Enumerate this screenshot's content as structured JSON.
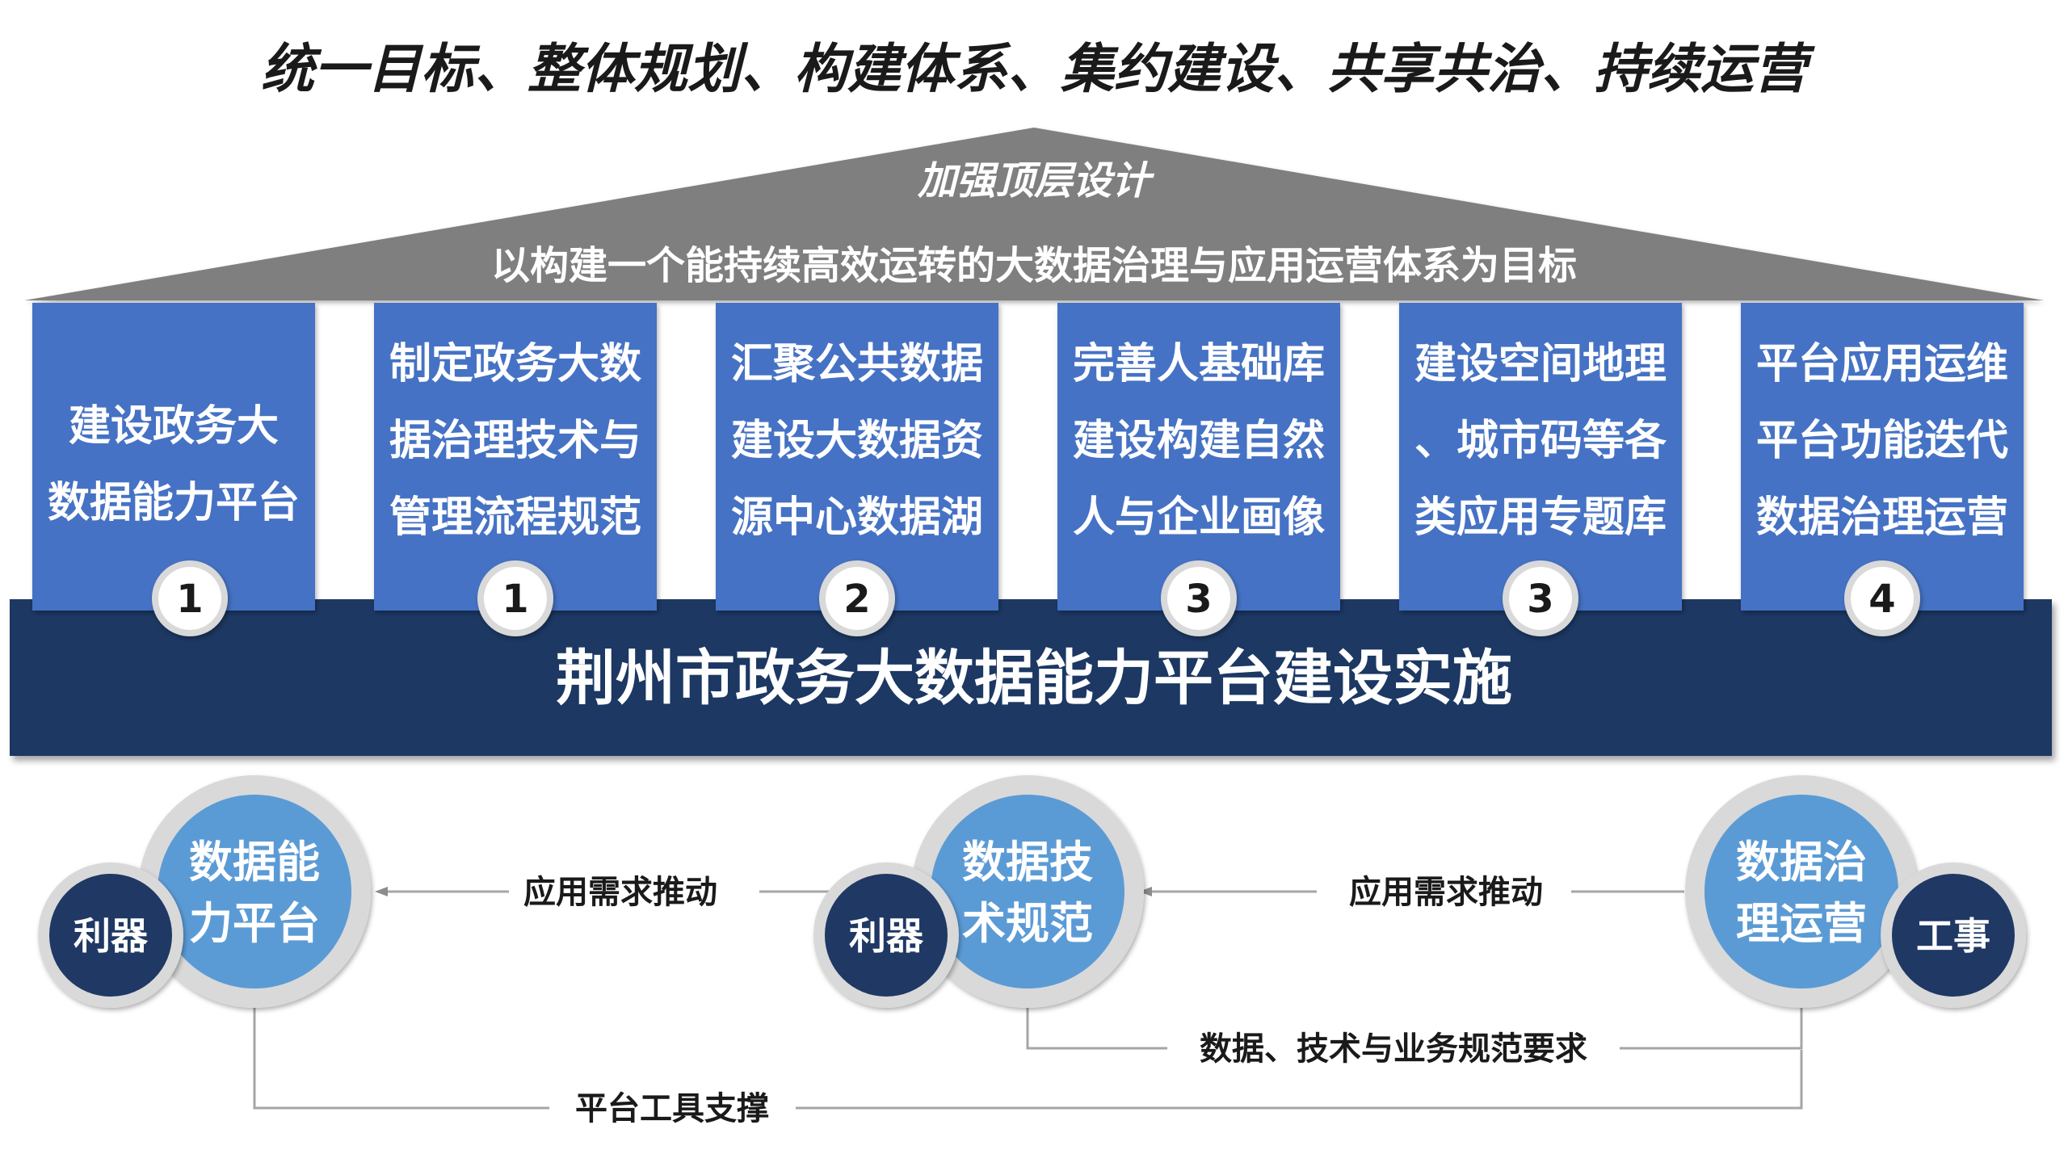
{
  "headline": "统一目标、整体规划、构建体系、集约建设、共享共治、持续运营",
  "roof": {
    "title": "加强顶层设计",
    "subtitle": "以构建一个能持续高效运转的大数据治理与应用运营体系为目标"
  },
  "pillars": [
    {
      "lines": [
        "建设政务大",
        "数据能力平台"
      ],
      "number": "1"
    },
    {
      "lines": [
        "制定政务大数",
        "据治理技术与",
        "管理流程规范"
      ],
      "number": "1"
    },
    {
      "lines": [
        "汇聚公共数据",
        "建设大数据资",
        "源中心数据湖"
      ],
      "number": "2"
    },
    {
      "lines": [
        "完善人基础库",
        "建设构建自然",
        "人与企业画像"
      ],
      "number": "3"
    },
    {
      "lines": [
        "建设空间地理",
        "、城市码等各",
        "类应用专题库"
      ],
      "number": "3"
    },
    {
      "lines": [
        "平台应用运维",
        "平台功能迭代",
        "数据治理运营"
      ],
      "number": "4"
    }
  ],
  "platform_bar": "荆州市政务大数据能力平台建设实施",
  "circles": [
    {
      "main": [
        "数据能",
        "力平台"
      ],
      "badge": "利器"
    },
    {
      "main": [
        "数据技",
        "术规范"
      ],
      "badge": "利器"
    },
    {
      "main": [
        "数据治",
        "理运营"
      ],
      "badge": "工事"
    }
  ],
  "flows": {
    "drive_left": "应用需求推动",
    "drive_right": "应用需求推动",
    "spec_requirement": "数据、技术与业务规范要求",
    "tool_support": "平台工具支撑"
  },
  "colors": {
    "pillar": "#4472c4",
    "bar": "#1f3864",
    "roof": "#7f7f7f",
    "circle_main": "#5b9bd5",
    "circle_dark": "#1f3864",
    "ring": "#d9d9d9",
    "line": "#a6a6a6",
    "text_dark": "#1a1a1a"
  }
}
